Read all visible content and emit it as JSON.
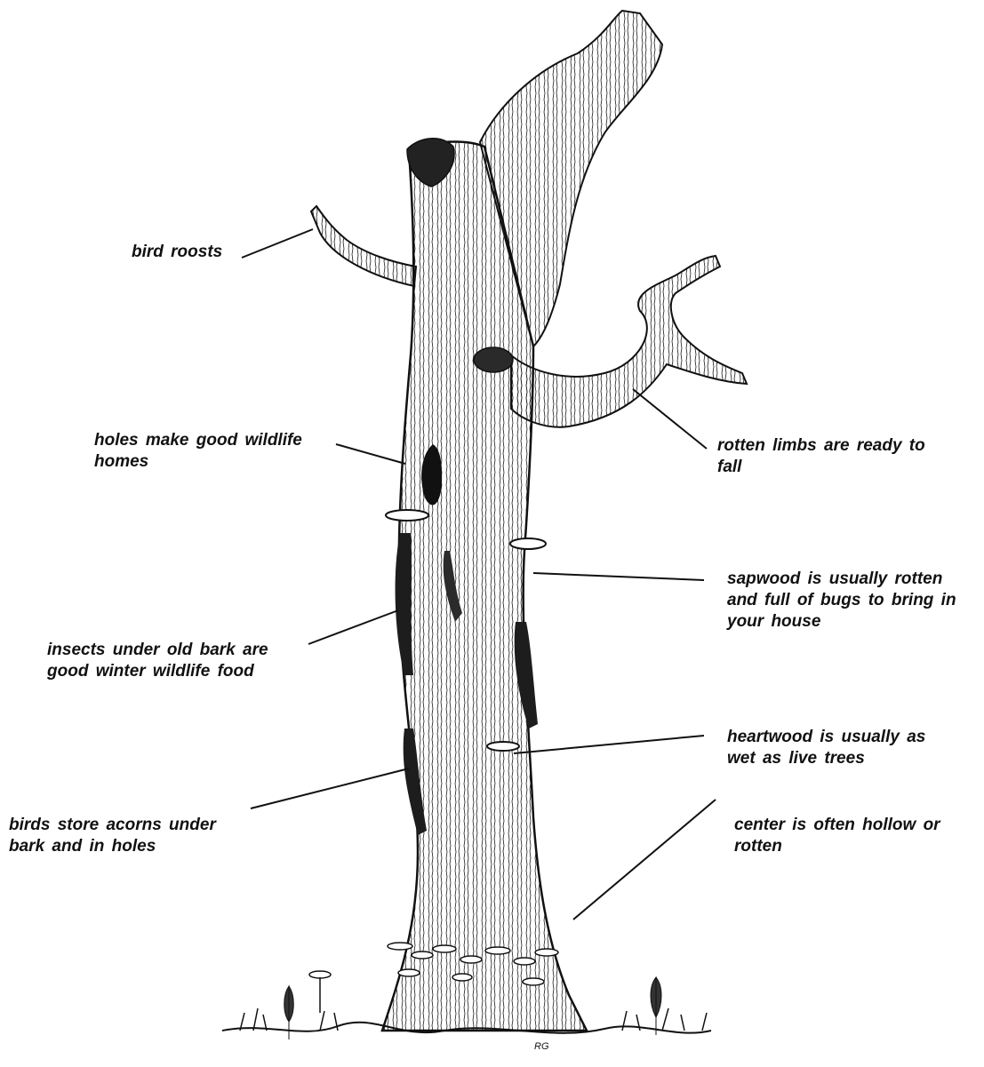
{
  "labels": {
    "bird_roosts": [
      "bird roosts"
    ],
    "holes": [
      "holes make good wildlife",
      "homes"
    ],
    "rotten_limbs": [
      "rotten limbs are ready to",
      "fall"
    ],
    "sapwood": [
      "sapwood is usually rotten",
      "and full of bugs to bring in",
      "your house"
    ],
    "insects": [
      "insects under old bark are",
      "good winter wildlife food"
    ],
    "heartwood": [
      "heartwood is usually as",
      "wet as live trees"
    ],
    "birds_store": [
      "birds store acorns under",
      "bark and in holes"
    ],
    "center": [
      "center is often hollow or",
      "rotten"
    ]
  },
  "signature": "RG",
  "colors": {
    "ink": "#111111",
    "paper": "#ffffff"
  }
}
